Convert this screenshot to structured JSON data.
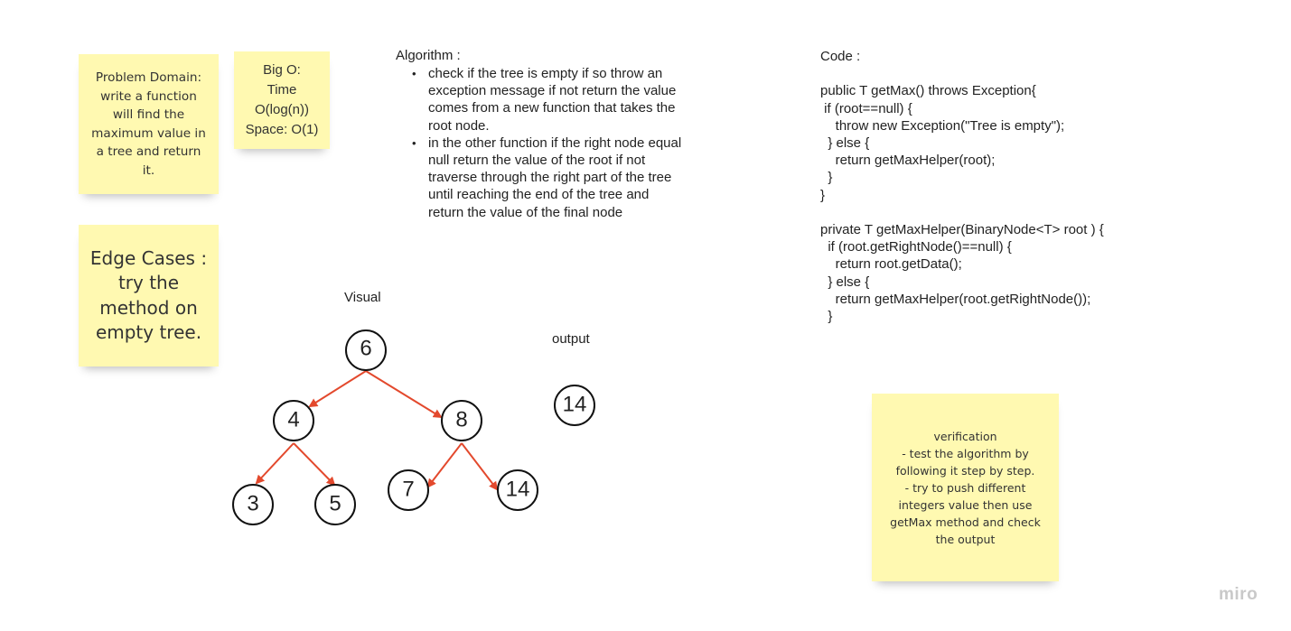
{
  "notes": {
    "problem": "Problem Domain:\nwrite a function\nwill find the\nmaximum value in\na tree and return\nit.",
    "bigo": "Big O:\nTime\nO(log(n))\nSpace: O(1)",
    "edge": "Edge Cases :\ntry the\nmethod on\nempty tree.",
    "verification": "verification\n- test the algorithm by\nfollowing it step by step.\n- try to push different\nintegers value then use\ngetMax method and check\nthe output"
  },
  "algorithm": {
    "title": "Algorithm :",
    "steps": [
      "check if the tree is empty if so throw an exception message if not return the value comes from a new function that takes the root node.",
      "in the other function if the right node equal null return the value of the root if not traverse through the right part of the tree until reaching the end of the tree and return the value of the final node"
    ]
  },
  "code": {
    "title": "Code :",
    "text": "public T getMax() throws Exception{\n if (root==null) {\n    throw new Exception(\"Tree is empty\");\n  } else {\n    return getMaxHelper(root);\n  }\n}\n\nprivate T getMaxHelper(BinaryNode<T> root ) {\n  if (root.getRightNode()==null) {\n    return root.getData();\n  } else {\n    return getMaxHelper(root.getRightNode());\n  }"
  },
  "visual": {
    "label": "Visual",
    "nodes": [
      "6",
      "4",
      "8",
      "3",
      "5",
      "7",
      "14"
    ]
  },
  "output": {
    "label": "output",
    "value": "14"
  },
  "brand": "miro",
  "colors": {
    "sticky": "#fff9b1",
    "edge": "#e3492d"
  }
}
